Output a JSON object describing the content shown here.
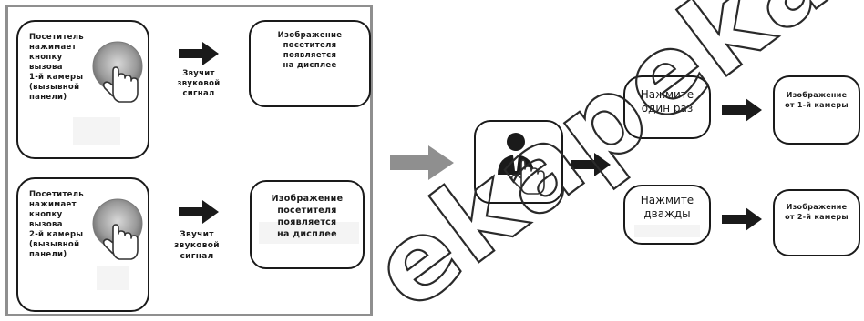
{
  "left_panel": {
    "call1": {
      "text": "Посетитель нажимает кнопку вызова 1-й камеры (вызывной панели)",
      "lines": [
        "Посетитель",
        "нажимает",
        "кнопку",
        "вызова",
        "1-й камеры",
        "(вызывной",
        "панели)"
      ],
      "sound": [
        "Звучит",
        "звуковой",
        "сигнал"
      ],
      "display": [
        "Изображение",
        "посетителя",
        "появляется",
        "на дисплее"
      ]
    },
    "call2": {
      "lines": [
        "Посетитель",
        "нажимает",
        "кнопку",
        "вызова",
        "2-й камеры",
        "(вызывной",
        "панели)"
      ],
      "sound": [
        "Звучит",
        "звуковой",
        "сигнал"
      ],
      "display": [
        "Изображение",
        "посетителя",
        "появляется",
        "на дисплее"
      ]
    }
  },
  "right_panel": {
    "press_once": [
      "Нажмите",
      "один раз"
    ],
    "press_twice": [
      "Нажмите",
      "дважды"
    ],
    "image_cam1": [
      "Изображение",
      "от 1-й камеры"
    ],
    "image_cam2": [
      "Изображение",
      "от 2-й камеры"
    ]
  },
  "watermark": {
    "text": "ekapeka-shop"
  },
  "colors": {
    "arrow_dark": "#1a1a1a",
    "arrow_gray": "#8f8f8f",
    "border": "#1a1a1a",
    "frame": "#8f8f8f"
  },
  "icons": [
    "touch-button-icon",
    "person-touch-icon",
    "arrow-right-icon"
  ]
}
